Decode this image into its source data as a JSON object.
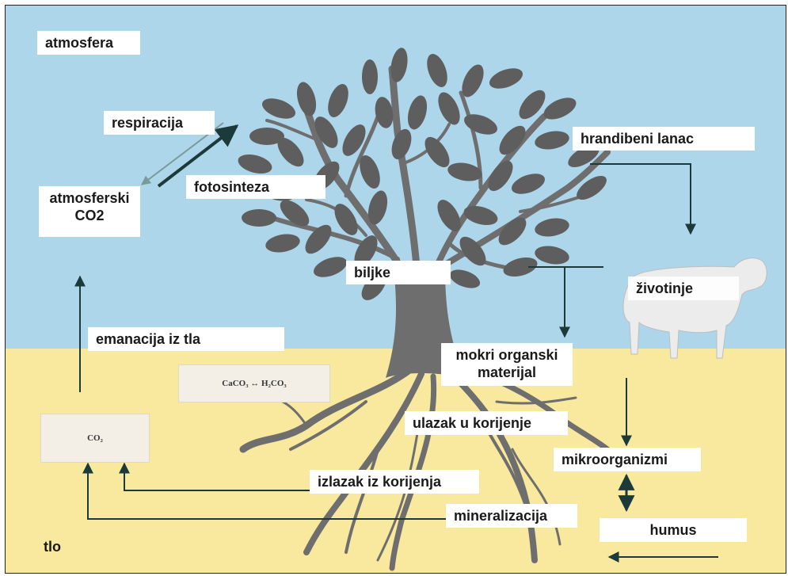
{
  "labels": {
    "atmosfera": "atmosfera",
    "respiracija": "respiracija",
    "atmosferski": "atmosferski",
    "co2_atm": "CO2",
    "fotosinteza": "fotosinteza",
    "hrandibeni_lanac": "hrandibeni lanac",
    "biljke": "biljke",
    "zivotinje": "životinje",
    "emanacija": "emanacija iz tla",
    "mokri1": "mokri organski",
    "mokri2": "materijal",
    "ulazak": "ulazak u korijenje",
    "mikroorganizmi": "mikroorganizmi",
    "izlazak": "izlazak iz korijenja",
    "mineralizacija": "mineralizacija",
    "humus": "humus",
    "tlo": "tlo"
  },
  "formulas": {
    "carbonate": "CaCO₃ ↔ H₂CO₃",
    "co2_soil": "CO₂"
  },
  "colors": {
    "sky": "#aed6ea",
    "soil": "#f8e99f",
    "tree": "#6e6e6e",
    "leaf": "#5e5e5e",
    "arrow": "#1c3a3a"
  }
}
